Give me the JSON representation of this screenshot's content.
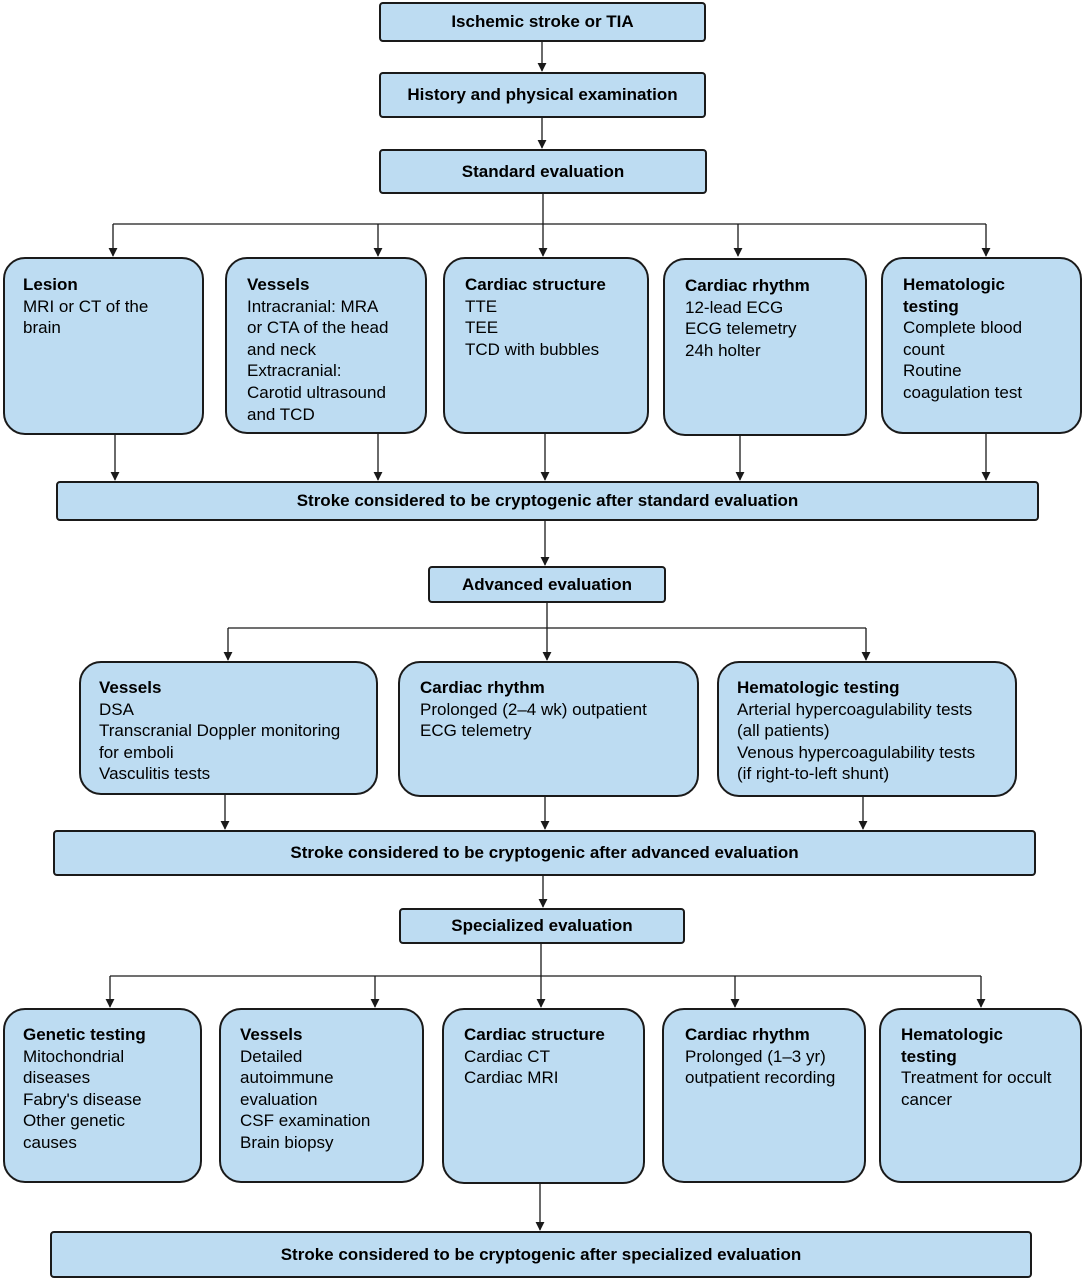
{
  "top": {
    "start": "Ischemic stroke or TIA",
    "history": "History and physical examination",
    "standard": "Standard evaluation"
  },
  "standard_cards": [
    {
      "title": "Lesion",
      "lines": [
        "MRI or CT of the",
        "brain"
      ]
    },
    {
      "title": "Vessels",
      "lines": [
        "Intracranial: MRA",
        "or CTA of the head",
        "and neck",
        "Extracranial:",
        "Carotid ultrasound",
        "and TCD"
      ]
    },
    {
      "title": "Cardiac structure",
      "lines": [
        "TTE",
        "TEE",
        "TCD with bubbles"
      ]
    },
    {
      "title": "Cardiac rhythm",
      "lines": [
        "12-lead ECG",
        "ECG telemetry",
        "24h holter"
      ]
    },
    {
      "title": "Hematologic testing",
      "lines": [
        "Complete blood",
        "count",
        "Routine",
        "coagulation test"
      ]
    }
  ],
  "crypto_standard": "Stroke considered to be cryptogenic after standard evaluation",
  "advanced": "Advanced evaluation",
  "advanced_cards": [
    {
      "title": "Vessels",
      "lines": [
        "DSA",
        "Transcranial Doppler monitoring",
        "for emboli",
        "Vasculitis tests"
      ]
    },
    {
      "title": "Cardiac rhythm",
      "lines": [
        "Prolonged (2–4 wk) outpatient",
        "ECG telemetry"
      ]
    },
    {
      "title": "Hematologic testing",
      "lines": [
        "Arterial hypercoagulability tests",
        "(all patients)",
        "Venous hypercoagulability tests",
        "(if right-to-left shunt)"
      ]
    }
  ],
  "crypto_advanced": "Stroke considered to be cryptogenic after advanced evaluation",
  "specialized": "Specialized evaluation",
  "specialized_cards": [
    {
      "title": "Genetic testing",
      "lines": [
        "Mitochondrial",
        "diseases",
        "Fabry's disease",
        "Other genetic",
        "causes"
      ]
    },
    {
      "title": "Vessels",
      "lines": [
        "Detailed",
        "autoimmune",
        "evaluation",
        "CSF examination",
        "Brain biopsy"
      ]
    },
    {
      "title": "Cardiac structure",
      "lines": [
        "Cardiac CT",
        "Cardiac MRI"
      ]
    },
    {
      "title": "Cardiac rhythm",
      "lines": [
        "Prolonged (1–3 yr)",
        "outpatient recording"
      ]
    },
    {
      "title": "Hematologic testing",
      "lines": [
        "Treatment for occult",
        "cancer"
      ]
    }
  ],
  "crypto_specialized": "Stroke considered to be cryptogenic after specialized evaluation"
}
